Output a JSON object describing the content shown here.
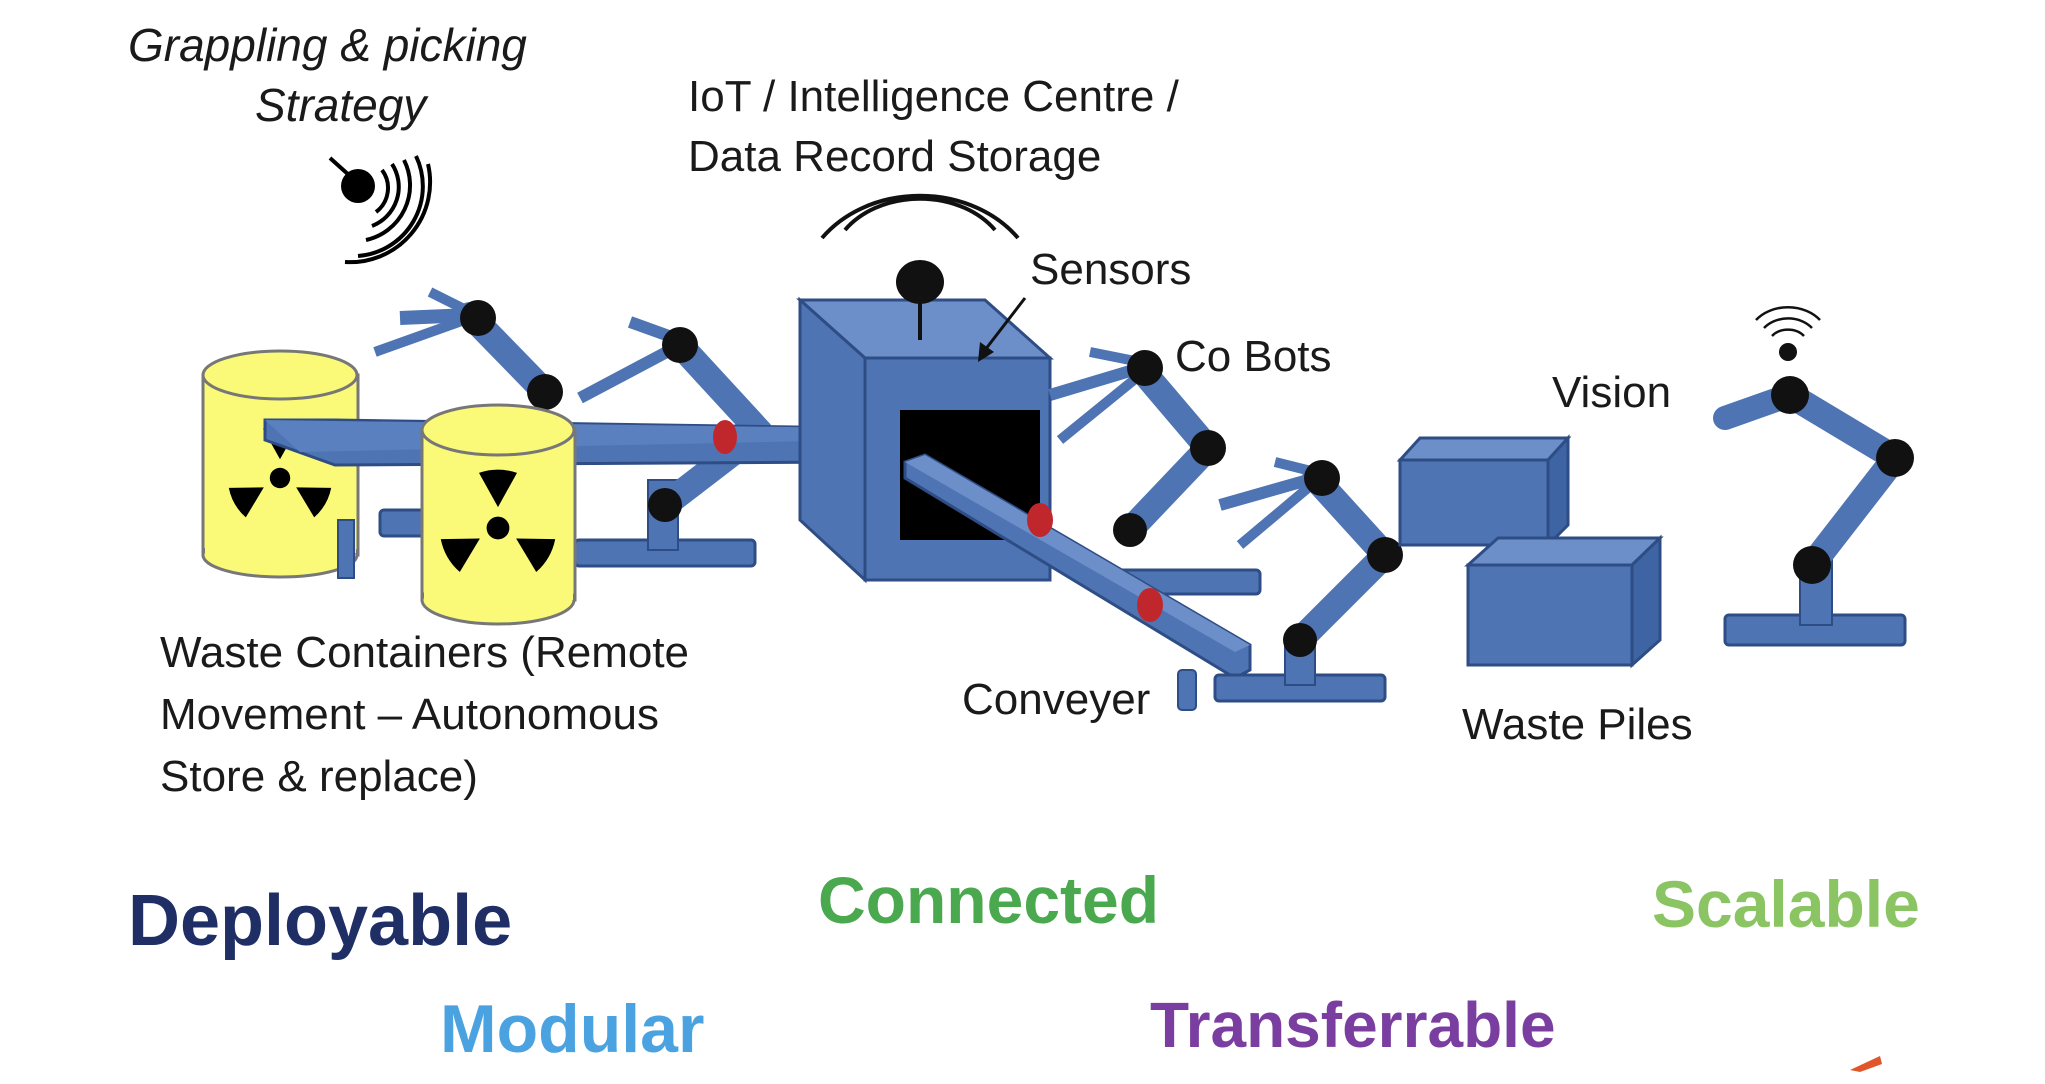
{
  "labels": {
    "strategy_line1": "Grappling & picking",
    "strategy_line2": "Strategy",
    "iot_line1": "IoT / Intelligence Centre /",
    "iot_line2": "Data Record Storage",
    "sensors": "Sensors",
    "cobots": "Co Bots",
    "vision": "Vision",
    "waste_line1": "Waste Containers (Remote",
    "waste_line2": "Movement – Autonomous",
    "waste_line3": "Store & replace)",
    "conveyer": "Conveyer",
    "waste_piles": "Waste Piles"
  },
  "keywords": [
    {
      "text": "Deployable",
      "color": "#1f2f66"
    },
    {
      "text": "Connected",
      "color": "#4aa84f"
    },
    {
      "text": "Scalable",
      "color": "#8bc462"
    },
    {
      "text": "Modular",
      "color": "#4aa3e0"
    },
    {
      "text": "Transferrable",
      "color": "#7a3ea0"
    }
  ],
  "colors": {
    "machine_blue": "#4f74b3",
    "machine_dark": "#2e4d85",
    "barrel_yellow": "#fafa78",
    "item_red": "#c0272d",
    "joint_black": "#111111"
  },
  "icons": [
    "broadcast-icon",
    "wifi-icon",
    "radiation-icon",
    "robot-arm-icon"
  ]
}
